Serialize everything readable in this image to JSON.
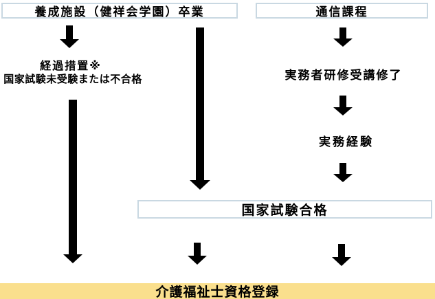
{
  "diagram": {
    "left_column": {
      "start_box_label": "養成施設（健祥会学園）卒業",
      "measure_title": "経過措置※",
      "measure_note": "国家試験未受験または不合格"
    },
    "right_column": {
      "start_box_label": "通信課程",
      "step_training": "実務者研修受講修了",
      "step_experience": "実務経験"
    },
    "exam_box_label": "国家試験合格",
    "registration_bar_label": "介護福祉士資格登録"
  },
  "icons": {
    "down_arrow": "black filled down-arrow (css triangle)"
  },
  "colors": {
    "background": "#FFFFFF",
    "box_border": "#C9D8E2",
    "arrow": "#000000",
    "text": "#000000",
    "registration_bar_bg": "#FADF8D"
  }
}
